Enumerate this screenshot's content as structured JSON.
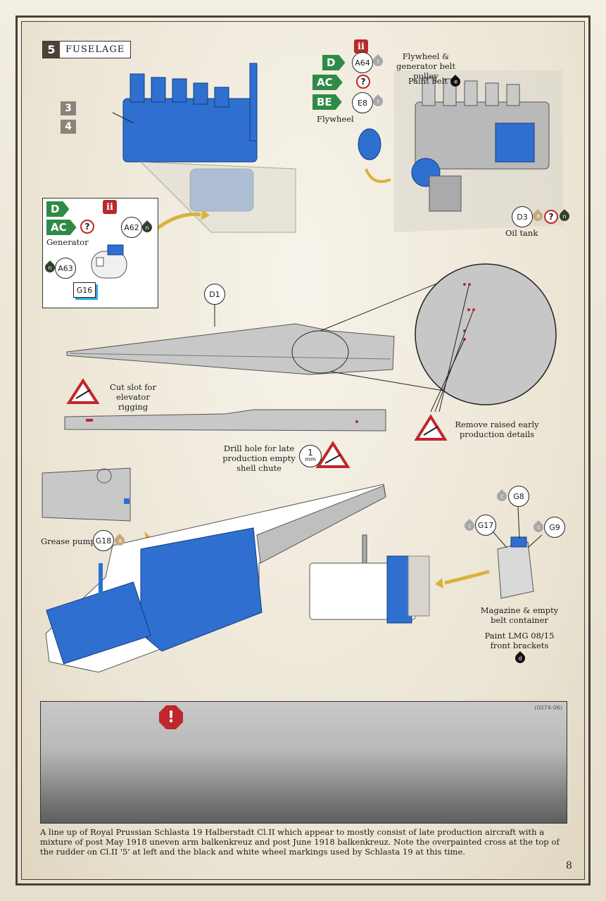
{
  "step": {
    "number": "5",
    "title": "FUSELAGE"
  },
  "callouts": {
    "sub_steps": [
      "3",
      "4"
    ],
    "generator_label": "Generator",
    "flywheel_pulley_label": "Flywheel & generator belt pulley",
    "paint_belt_label": "Paint belt",
    "flywheel_label": "Flywheel",
    "oil_tank_label": "Oil tank",
    "cut_slot_label": "Cut slot for elevator rigging",
    "remove_details_label": "Remove raised early production details",
    "drill_hole_label": "Drill hole for late production empty shell chute",
    "drill_size": "1",
    "drill_unit": "mm",
    "grease_pump_label": "Grease pump",
    "magazine_label": "Magazine & empty belt container",
    "paint_lmg_label": "Paint LMG 08/15 front brackets"
  },
  "versions": {
    "gen_top": "D",
    "gen_bottom": "AC",
    "fly_d": "D",
    "fly_ac": "AC",
    "fly_be": "BE",
    "ii": "ii",
    "question": "?"
  },
  "parts": {
    "A62": "A62",
    "A63": "A63",
    "G16": "G16",
    "A64": "A64",
    "E8": "E8",
    "D3": "D3",
    "D1": "D1",
    "G18": "G18",
    "G8": "G8",
    "G17": "G17",
    "G9": "G9"
  },
  "paints": {
    "n": "n",
    "c": "c",
    "a": "a",
    "e": "e",
    "d": "d"
  },
  "photo": {
    "ref": "(0074-06)",
    "warning_symbol": "!",
    "caption": "A line up of Royal Prussian Schlasta 19 Halberstadt Cl.II which appear to mostly consist of late production aircraft with a mixture of post May 1918 uneven arm balkenkreuz and post June 1918 balkenkreuz. Note the overpainted cross at the top of the rudder on Cl.II '5' at left and the black and white wheel markings used by Schlasta 19 at this time."
  },
  "page_number": "8",
  "colors": {
    "highlight_blue": "#2f6fd0",
    "version_green": "#2f8a46",
    "warn_red": "#c0262b"
  }
}
